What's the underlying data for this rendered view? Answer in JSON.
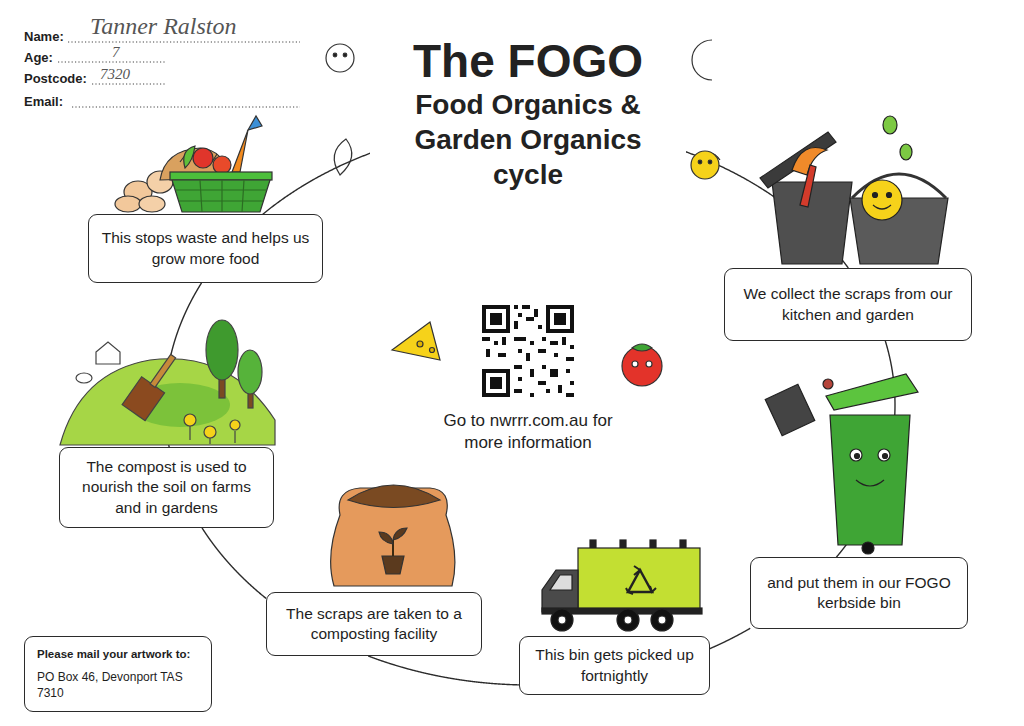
{
  "diagram": {
    "title": "The FOGO Food Organics & Garden Organics cycle",
    "nodes": [
      {
        "text": [
          "We collect the scraps from our kitchen and garden"
        ]
      },
      {
        "text": [
          "and put them in our FOGO kerbside bin"
        ]
      },
      {
        "text": [
          "This bin gets picked up fortnightly"
        ]
      },
      {
        "text": [
          "The scraps are taken to a composting facility"
        ]
      },
      {
        "text": [
          "The compost is used to nourish the soil on farms and in gardens"
        ]
      },
      {
        "text": [
          "This stops waste and helps us grow more food"
        ]
      },
      {
        "text": [
          "Please mail your artwork to:",
          "PO Box 46, Devonport TAS 7310"
        ]
      }
    ],
    "edges": [
      {
        "from": 0,
        "to": 1,
        "arrow": "none"
      },
      {
        "from": 1,
        "to": 2,
        "arrow": "none"
      },
      {
        "from": 2,
        "to": 3,
        "arrow": "none"
      },
      {
        "from": 3,
        "to": 4,
        "arrow": "none"
      },
      {
        "from": 4,
        "to": 5,
        "arrow": "none"
      },
      {
        "from": 5,
        "to": 0,
        "arrow": "none"
      }
    ],
    "labels": [
      "Name:",
      "Tanner Ralston",
      "Age:",
      "7",
      "Postcode:",
      "7320",
      "Email:",
      "Go to nwrrr.com.au for more information"
    ]
  }
}
